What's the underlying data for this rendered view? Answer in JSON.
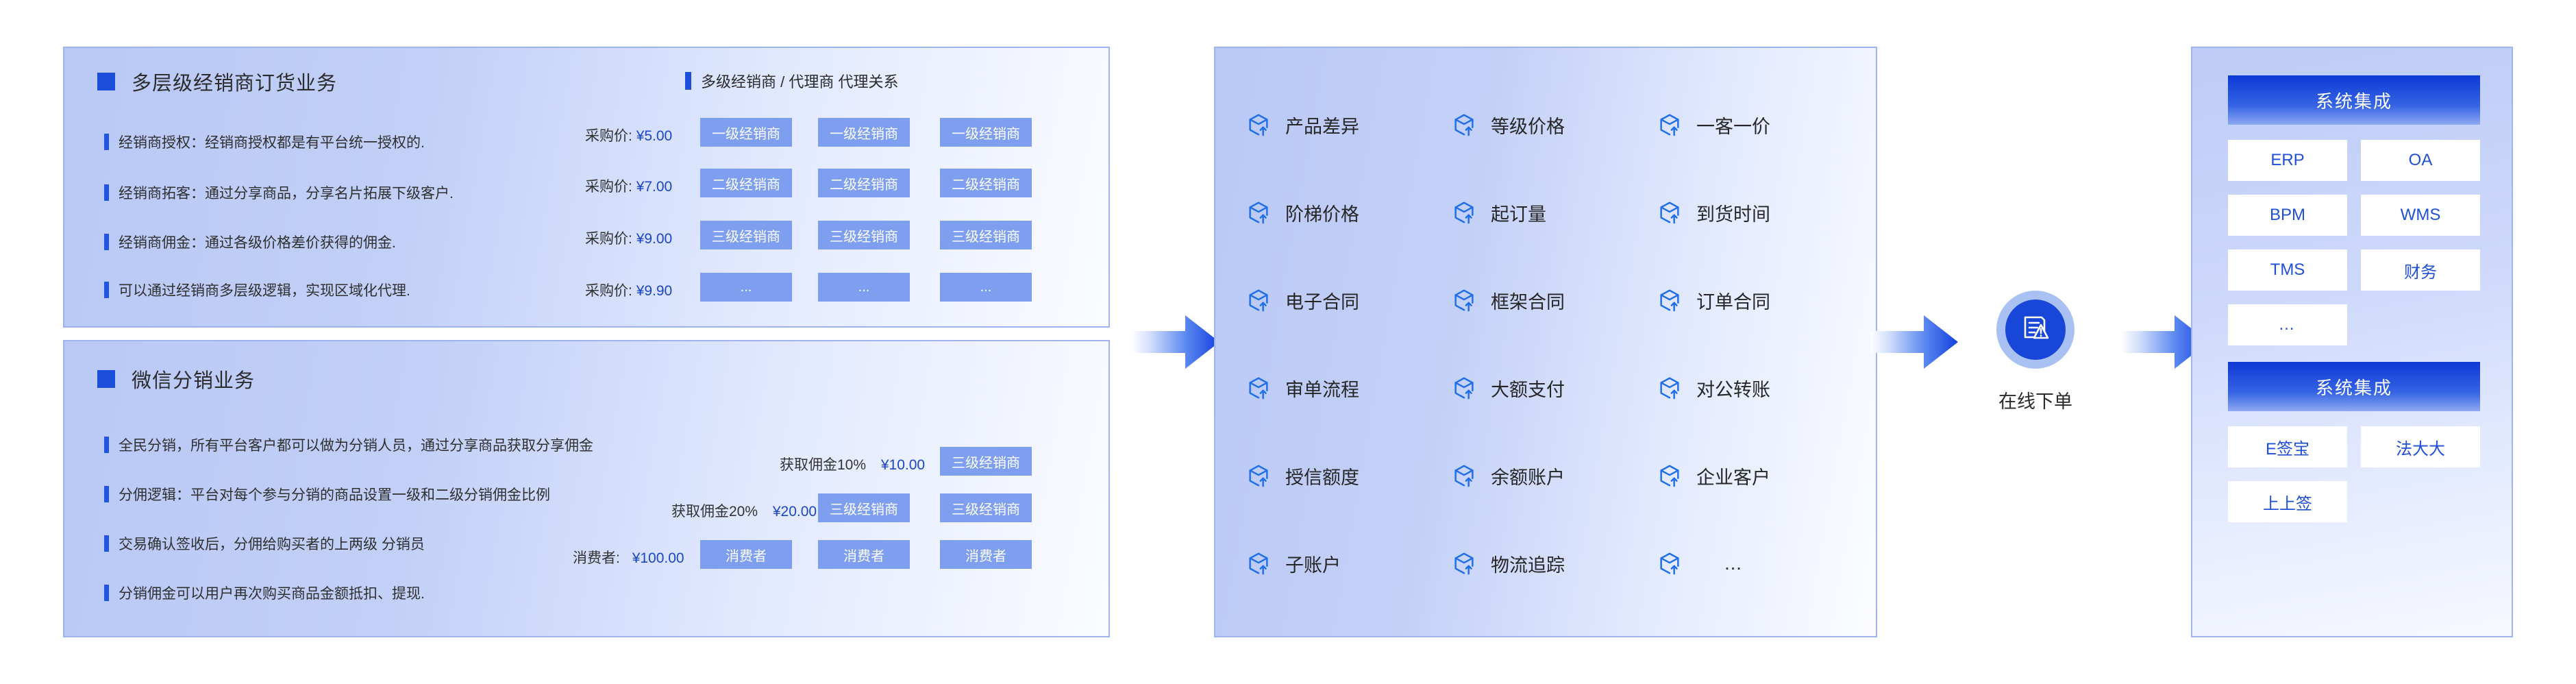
{
  "panel1": {
    "section1": {
      "title": "多层级经销商订货业务",
      "bullets": [
        "经销商授权：经销商授权都是有平台统一授权的.",
        "经销商拓客：通过分享商品，分享名片拓展下级客户.",
        "经销商佣金：通过各级价格差价获得的佣金.",
        "可以通过经销商多层级逻辑，实现区域化代理."
      ],
      "chart_title": "多级经销商 / 代理商 代理关系",
      "rows": [
        {
          "label": "采购价:",
          "amount": "¥5.00",
          "tags": [
            "一级经销商",
            "一级经销商",
            "一级经销商"
          ]
        },
        {
          "label": "采购价:",
          "amount": "¥7.00",
          "tags": [
            "二级经销商",
            "二级经销商",
            "二级经销商"
          ]
        },
        {
          "label": "采购价:",
          "amount": "¥9.00",
          "tags": [
            "三级经销商",
            "三级经销商",
            "三级经销商"
          ]
        },
        {
          "label": "采购价:",
          "amount": "¥9.90",
          "tags": [
            "...",
            "...",
            "..."
          ]
        }
      ]
    },
    "section2": {
      "title": "微信分销业务",
      "bullets": [
        "全民分销，所有平台客户都可以做为分销人员，通过分享商品获取分享佣金",
        "分佣逻辑：平台对每个参与分销的商品设置一级和二级分销佣金比例",
        "交易确认签收后，分佣给购买者的上两级 分销员",
        "分销佣金可以用户再次购买商品金额抵扣、提现."
      ],
      "rows": [
        {
          "label": "获取佣金10%",
          "amount": "¥10.00",
          "tags": [
            "三级经销商"
          ]
        },
        {
          "label": "获取佣金20%",
          "amount": "¥20.00",
          "tags": [
            "三级经销商",
            "三级经销商"
          ]
        },
        {
          "label": "消费者:",
          "amount": "¥100.00",
          "tags": [
            "消费者",
            "消费者",
            "消费者"
          ]
        }
      ]
    }
  },
  "panel2": {
    "features": [
      "产品差异",
      "等级价格",
      "一客一价",
      "阶梯价格",
      "起订量",
      "到货时间",
      "电子合同",
      "框架合同",
      "订单合同",
      "审单流程",
      "大额支付",
      "对公转账",
      "授信额度",
      "余额账户",
      "企业客户",
      "子账户",
      "物流追踪",
      "…"
    ],
    "icon_name": "box-arrow-up-icon"
  },
  "node": {
    "label": "在线下单",
    "icon_name": "document-alert-icon"
  },
  "panel3": {
    "blocks": [
      {
        "header": "系统集成",
        "chips": [
          "ERP",
          "OA",
          "BPM",
          "WMS",
          "TMS",
          "财务",
          "…"
        ]
      },
      {
        "header": "系统集成",
        "chips": [
          "E签宝",
          "法大大",
          "上上签"
        ]
      }
    ]
  },
  "arrows": {
    "name": "flow-arrow-right",
    "count": 3
  },
  "colors": {
    "accent": "#1c4ddb",
    "tag_bg": "#7e9ef0",
    "panel_border": "#9fb4ee",
    "amount_text": "#1b46c8",
    "icon_blue": "#1f6feb"
  }
}
